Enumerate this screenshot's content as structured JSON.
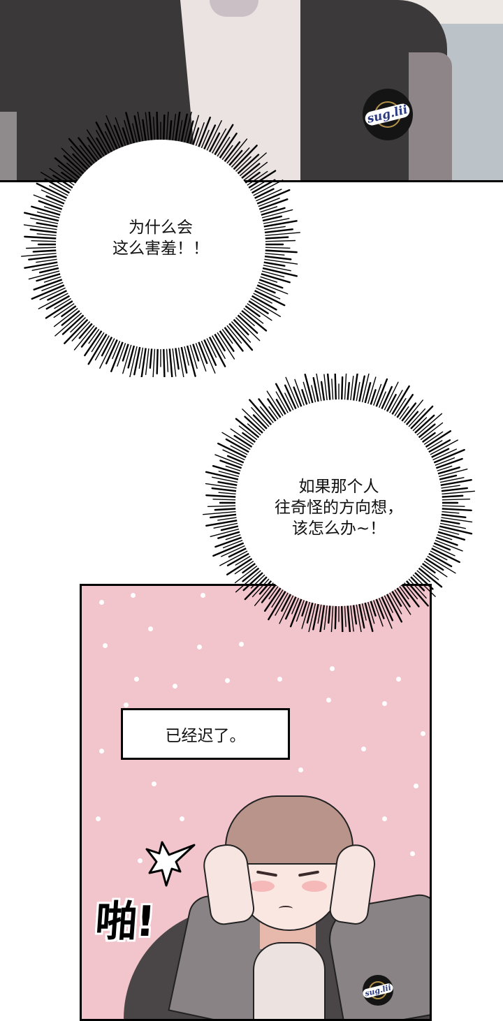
{
  "page": {
    "type": "comic-strip",
    "background": "#ffffff"
  },
  "panels": [
    {
      "id": "panel-top",
      "description": "close-up of dark jacket and pale shirt",
      "colors": {
        "jacket": "#3a3839",
        "shirt": "#ebe2e2",
        "wall": "#bcc3c8",
        "sleeve": "#8d8587"
      },
      "badge": {
        "text": "sug.lii"
      }
    },
    {
      "id": "thought-burst-1",
      "lines": [
        "为什么会",
        "这么害羞！！"
      ]
    },
    {
      "id": "thought-burst-2",
      "lines": [
        "如果那个人",
        "往奇怪的方向想，",
        "该怎么办~！"
      ]
    },
    {
      "id": "panel-pink",
      "background": "#f2c4cb",
      "caption": "已经迟了。",
      "sfx": "啪!",
      "badge": {
        "text": "sug.lii"
      },
      "character": {
        "hair": "#b8948a",
        "jacket": "#4a4546",
        "sleeves": "#8a8385",
        "skin": "#fbe7e2",
        "blush": "#f1a9aa"
      }
    }
  ]
}
